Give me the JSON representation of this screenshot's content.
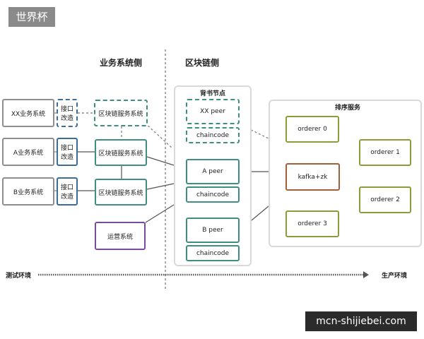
{
  "watermark": {
    "top_left": "世界杯",
    "bottom_right": "mcn-shijiebei.com"
  },
  "headings": {
    "business_side": "业务系统侧",
    "blockchain_side": "区块链侧"
  },
  "business": {
    "xx_system": "XX业务系统",
    "a_system": "A业务系统",
    "b_system": "B业务系统",
    "interface_adapt": "接口改造",
    "chain_service": "区块链服务系统",
    "ops_system": "运营系统"
  },
  "endorsement": {
    "title": "背书节点",
    "xx_peer": "XX peer",
    "a_peer": "A peer",
    "b_peer": "B peer",
    "chaincode": "chaincode"
  },
  "ordering": {
    "title": "排序服务",
    "orderer0": "orderer 0",
    "orderer1": "orderer 1",
    "orderer2": "orderer 2",
    "orderer3": "orderer 3",
    "kafka": "kafka+zk"
  },
  "env": {
    "test": "测试环境",
    "production": "生产环境"
  },
  "colors": {
    "teal": "#3f8f80",
    "blue": "#3c6c98",
    "purple": "#7a4a9c",
    "olive": "#8f9a3a",
    "brown": "#a0613a",
    "gray": "#8e8e8e"
  }
}
